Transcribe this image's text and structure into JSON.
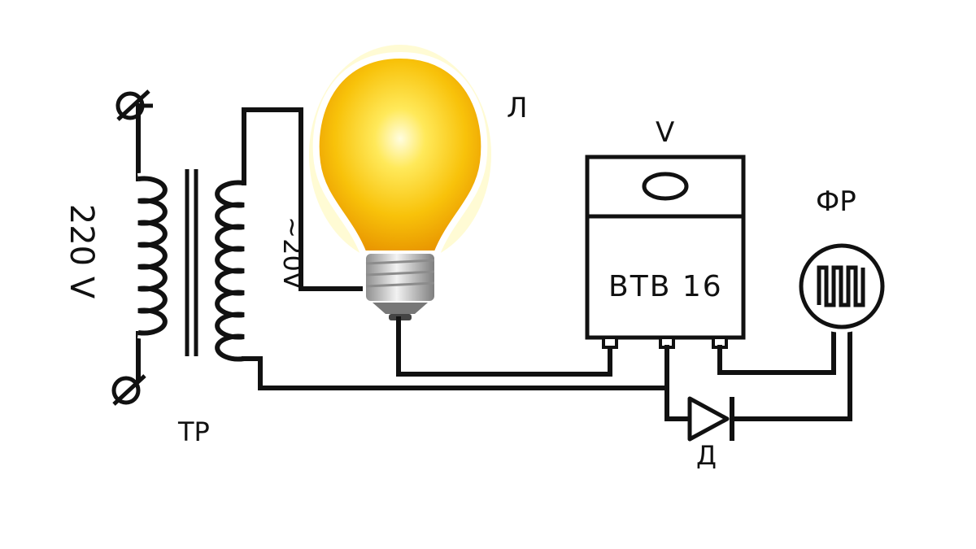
{
  "labels": {
    "primary_voltage": "220 V",
    "secondary_voltage": "~20V",
    "transformer": "ТР",
    "lamp": "Л",
    "triac": "V",
    "triac_model": "BTB 16",
    "photoresistor": "ФР",
    "diode": "Д"
  },
  "colors": {
    "wire": "#111111",
    "lamp_glass": "#f6b400",
    "lamp_glow": "#fff7b0",
    "lamp_base": "#b9b9b9",
    "background": "#ffffff"
  }
}
